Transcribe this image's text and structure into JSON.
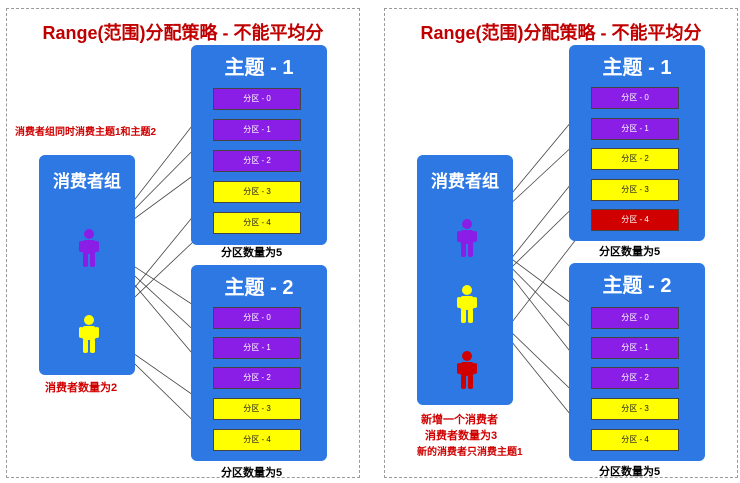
{
  "left": {
    "title": "Range(范围)分配策略 - 不能平均分",
    "group_title": "消费者组",
    "note": "消费者组同时消费主题1和主题2",
    "consumer_count": "消费者数量为2",
    "topic1": {
      "title": "主题 - 1",
      "count": "分区数量为5"
    },
    "topic2": {
      "title": "主题 - 2",
      "count": "分区数量为5"
    }
  },
  "right": {
    "title": "Range(范围)分配策略 - 不能平均分",
    "group_title": "消费者组",
    "note_line1": "新增一个消费者",
    "note_line2": "消费者数量为3",
    "note_line3": "新的消费者只消费主题1",
    "topic1": {
      "title": "主题 - 1",
      "count": "分区数量为5"
    },
    "topic2": {
      "title": "主题 - 2",
      "count": "分区数量为5"
    }
  },
  "partition_labels": [
    "分区 - 0",
    "分区 - 1",
    "分区 - 2",
    "分区 - 3",
    "分区 - 4"
  ],
  "colors": {
    "box_blue": "#2E78E4",
    "purple": "#8A1DE6",
    "yellow": "#FFFF00",
    "red": "#D00000",
    "title_red": "#C00000"
  },
  "consumers": {
    "left": [
      "purple",
      "yellow"
    ],
    "right": [
      "purple",
      "yellow",
      "red"
    ]
  },
  "partition_colors": {
    "left_topic1": [
      "purple",
      "purple",
      "purple",
      "yellow",
      "yellow"
    ],
    "left_topic2": [
      "purple",
      "purple",
      "purple",
      "yellow",
      "yellow"
    ],
    "right_topic1": [
      "purple",
      "purple",
      "yellow",
      "yellow",
      "red"
    ],
    "right_topic2": [
      "purple",
      "purple",
      "purple",
      "yellow",
      "yellow"
    ]
  }
}
